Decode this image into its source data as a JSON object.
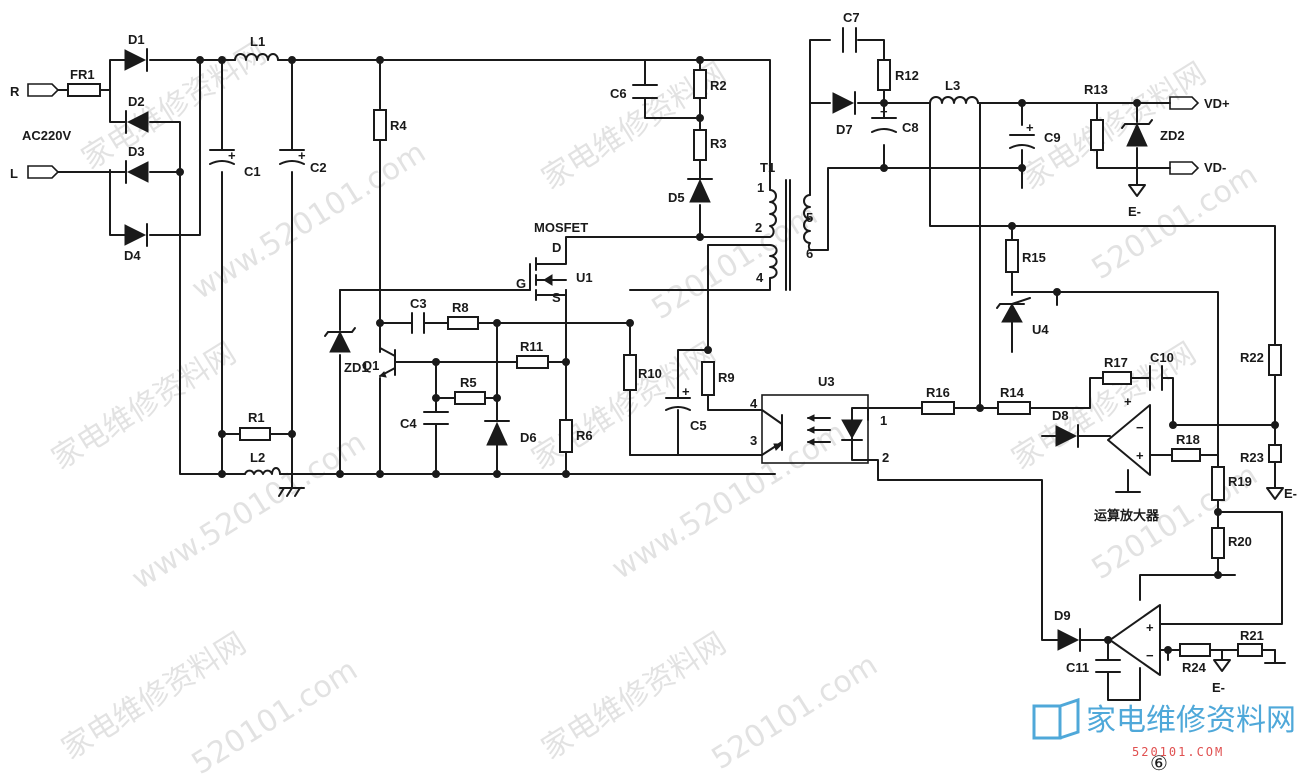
{
  "inputs": {
    "r": "R",
    "l": "L",
    "ac": "AC220V"
  },
  "outputs": {
    "vd_plus": "VD+",
    "vd_minus": "VD-",
    "e_minus": "E-"
  },
  "components": {
    "fr1": "FR1",
    "d1": "D1",
    "d2": "D2",
    "d3": "D3",
    "d4": "D4",
    "l1": "L1",
    "l2": "L2",
    "l3": "L3",
    "c1": "C1",
    "c2": "C2",
    "c3": "C3",
    "c4": "C4",
    "c5": "C5",
    "c6": "C6",
    "c7": "C7",
    "c8": "C8",
    "c9": "C9",
    "c10": "C10",
    "c11": "C11",
    "r1": "R1",
    "r2": "R2",
    "r3": "R3",
    "r4": "R4",
    "r5": "R5",
    "r6": "R6",
    "r8": "R8",
    "r9": "R9",
    "r10": "R10",
    "r11": "R11",
    "r12": "R12",
    "r13": "R13",
    "r14": "R14",
    "r15": "R15",
    "r16": "R16",
    "r17": "R17",
    "r18": "R18",
    "r19": "R19",
    "r20": "R20",
    "r21": "R21",
    "r22": "R22",
    "r23": "R23",
    "r24": "R24",
    "d5": "D5",
    "d6": "D6",
    "d7": "D7",
    "d8": "D8",
    "d9": "D9",
    "zd1": "ZD1",
    "zd2": "ZD2",
    "q1": "Q1",
    "u1": "U1",
    "u3": "U3",
    "u4": "U4",
    "t1": "T1",
    "mosfet": "MOSFET",
    "g": "G",
    "d": "D",
    "s": "S"
  },
  "pins": {
    "t1": [
      "1",
      "2",
      "4",
      "5",
      "6"
    ],
    "u3": [
      "4",
      "3",
      "1",
      "2"
    ]
  },
  "opamp_label": "运算放大器",
  "watermark": {
    "cn": "家电维修资料网",
    "url": "www.520101.com",
    "url_short": "520101.com"
  },
  "logo": {
    "cn": "家电维修资料网",
    "sub": "520101.COM"
  },
  "figure_number": "⑥"
}
